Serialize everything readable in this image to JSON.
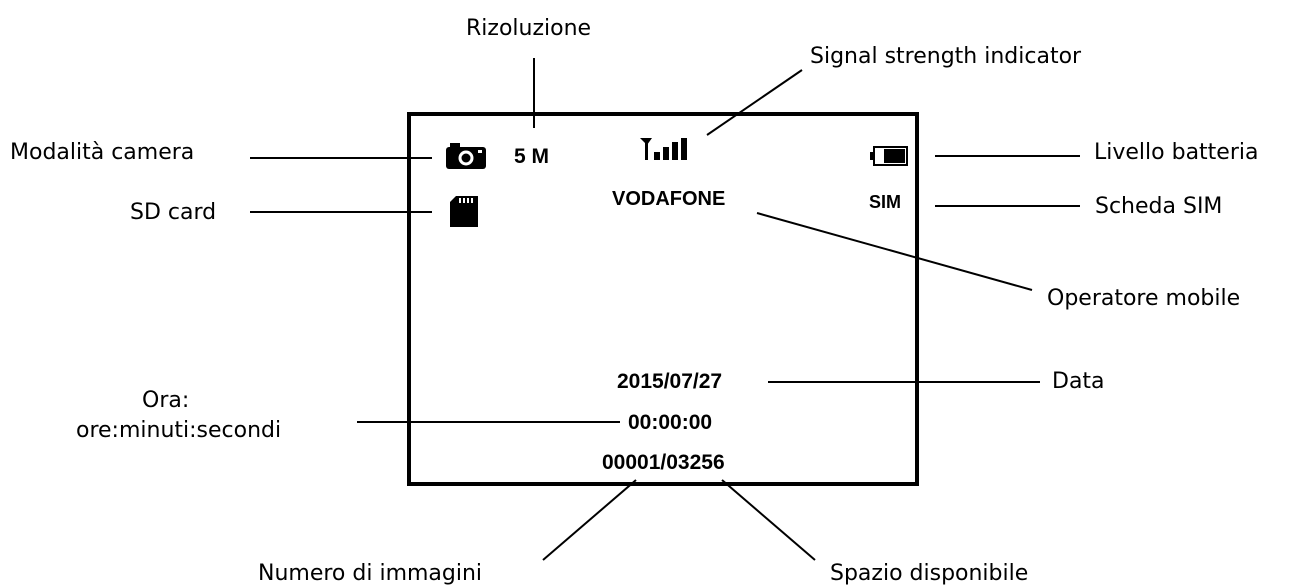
{
  "screen": {
    "resolution": "5 M",
    "operator": "VODAFONE",
    "sim": "SIM",
    "date": "2015/07/27",
    "time": "00:00:00",
    "counter": "00001/03256"
  },
  "callouts": {
    "resolution": "Rizoluzione",
    "signal": "Signal strength indicator",
    "camera_mode": "Modalità camera",
    "battery": "Livello batteria",
    "sd_card": "SD card",
    "sim_card": "Scheda SIM",
    "operator": "Operatore mobile",
    "date": "Data",
    "time_line1": "Ora:",
    "time_line2": "ore:minuti:secondi",
    "image_count": "Numero di immagini",
    "free_space": "Spazio disponibile"
  },
  "icons": {
    "camera": "camera-icon",
    "sd": "sd-card-icon",
    "signal": "signal-strength-icon",
    "battery": "battery-icon"
  },
  "colors": {
    "ink": "#000000",
    "background": "#ffffff"
  }
}
